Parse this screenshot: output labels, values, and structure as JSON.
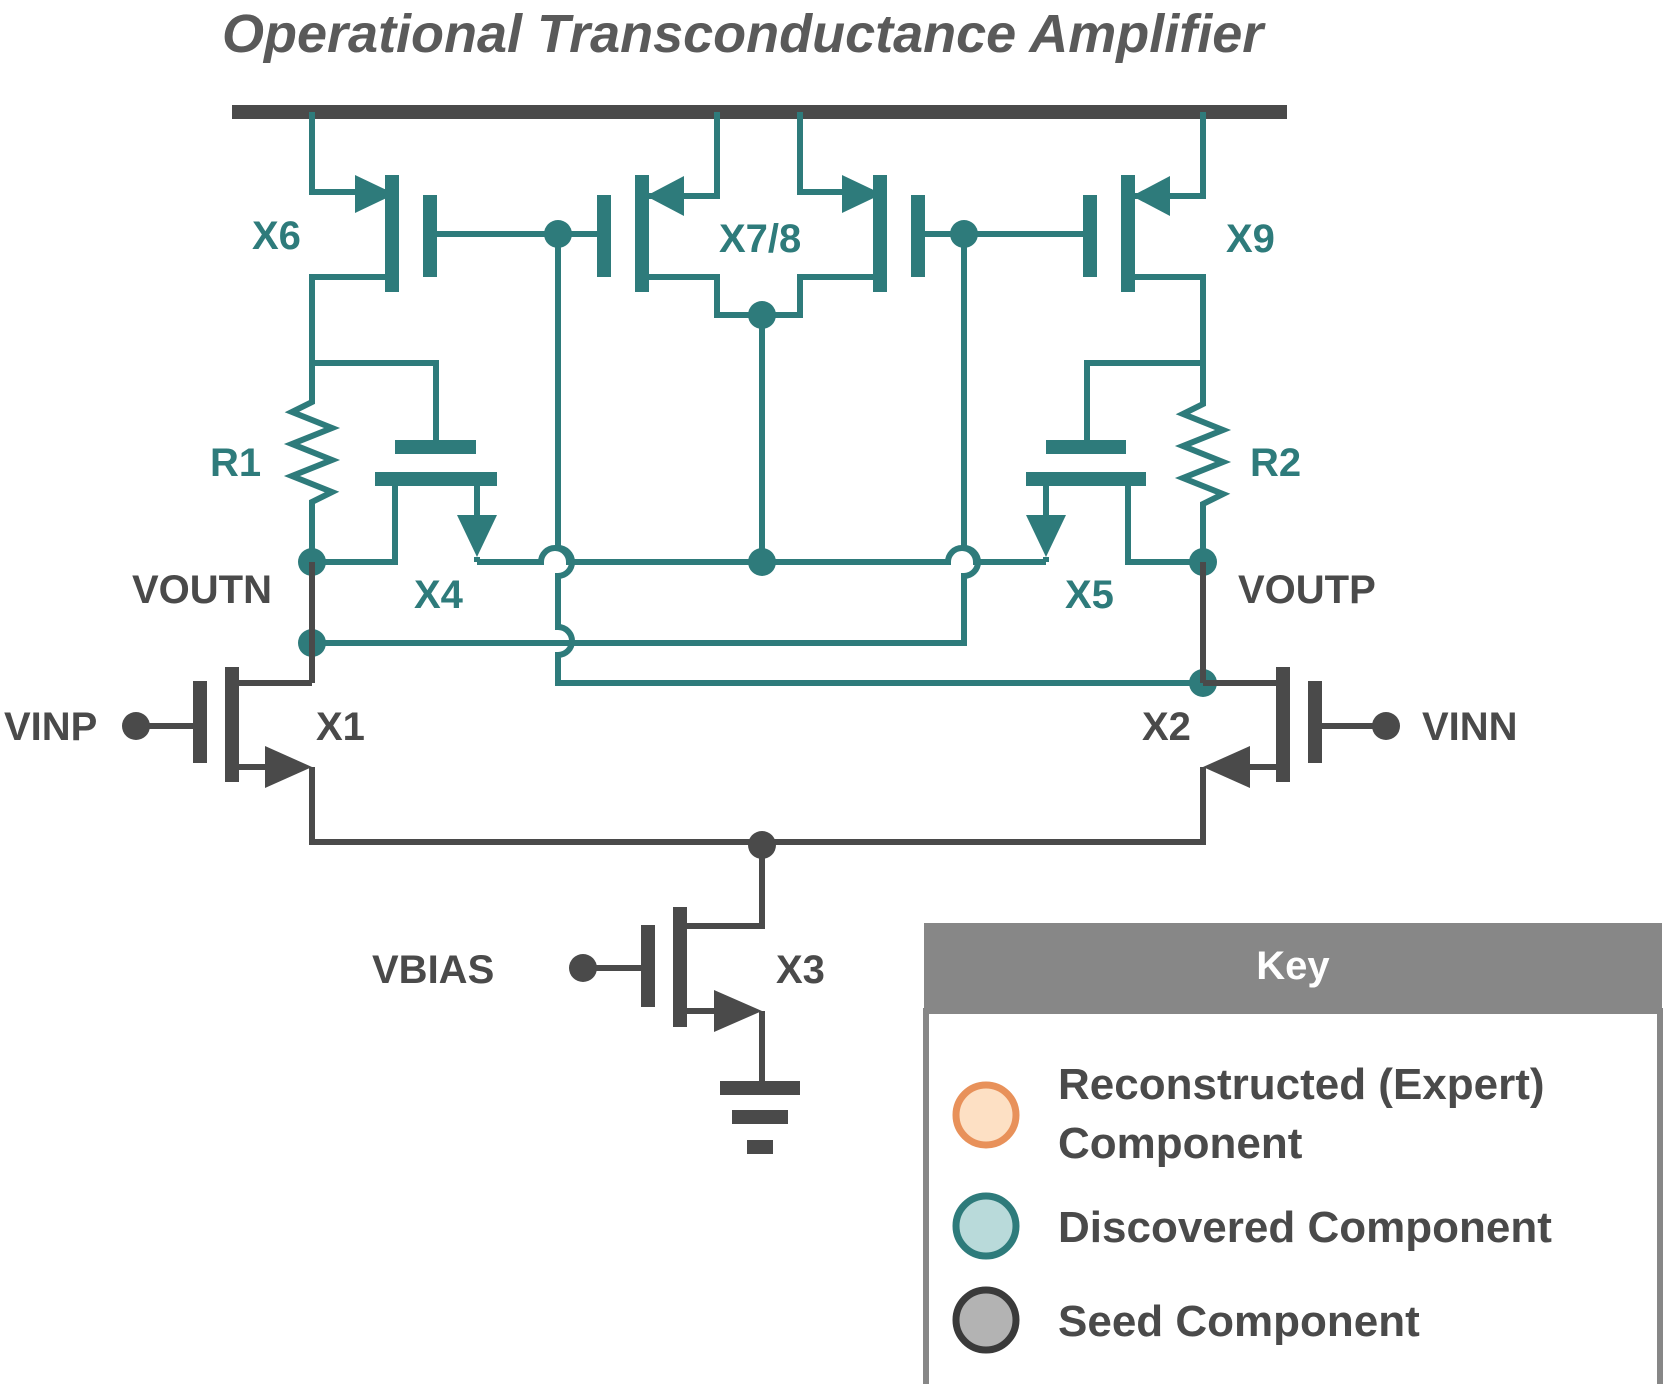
{
  "title": "Operational Transconductance Amplifier",
  "components": {
    "x6": "X6",
    "x78": "X7/8",
    "x9": "X9",
    "r1": "R1",
    "r2": "R2",
    "x4": "X4",
    "x5": "X5",
    "x1": "X1",
    "x2": "X2",
    "x3": "X3"
  },
  "nets": {
    "voutn": "VOUTN",
    "voutp": "VOUTP",
    "vinp": "VINP",
    "vinn": "VINN",
    "vbias": "VBIAS"
  },
  "key": {
    "header": "Key",
    "items": [
      {
        "line1": "Reconstructed (Expert)",
        "line2": "Component",
        "fill": "#fde0c4",
        "stroke": "#e8915a"
      },
      {
        "line1": "Discovered Component",
        "fill": "#b9dada",
        "stroke": "#2e7b7b"
      },
      {
        "line1": "Seed Component",
        "fill": "#b3b3b3",
        "stroke": "#3a3a3a"
      }
    ]
  },
  "colors": {
    "discovered": "#2e7b7b",
    "seed": "#4a4a4a",
    "key_header": "#878787"
  }
}
